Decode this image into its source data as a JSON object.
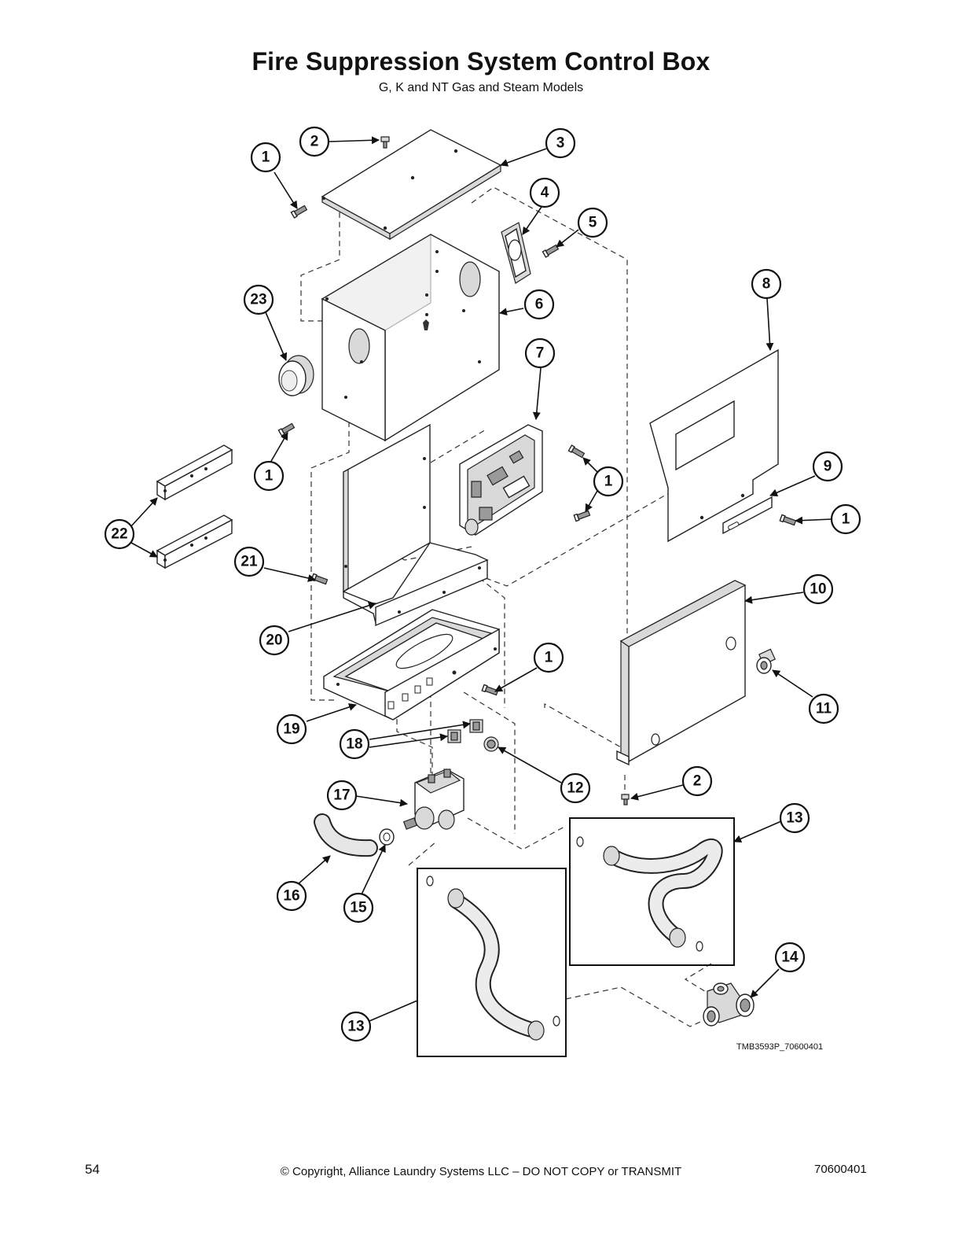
{
  "header": {
    "title": "Fire Suppression System Control Box",
    "subtitle": "G, K and NT Gas and Steam Models"
  },
  "figure": {
    "reference_code": "TMB3593P_70600401",
    "callouts": [
      "1",
      "2",
      "3",
      "4",
      "5",
      "1",
      "6",
      "8",
      "23",
      "7",
      "1",
      "1",
      "9",
      "1",
      "22",
      "21",
      "10",
      "20",
      "1",
      "11",
      "19",
      "18",
      "12",
      "2",
      "17",
      "13",
      "16",
      "15",
      "14",
      "13"
    ]
  },
  "footer": {
    "page_number": "54",
    "copyright": "© Copyright, Alliance Laundry Systems LLC – DO NOT COPY or TRANSMIT",
    "document_number": "70600401"
  }
}
